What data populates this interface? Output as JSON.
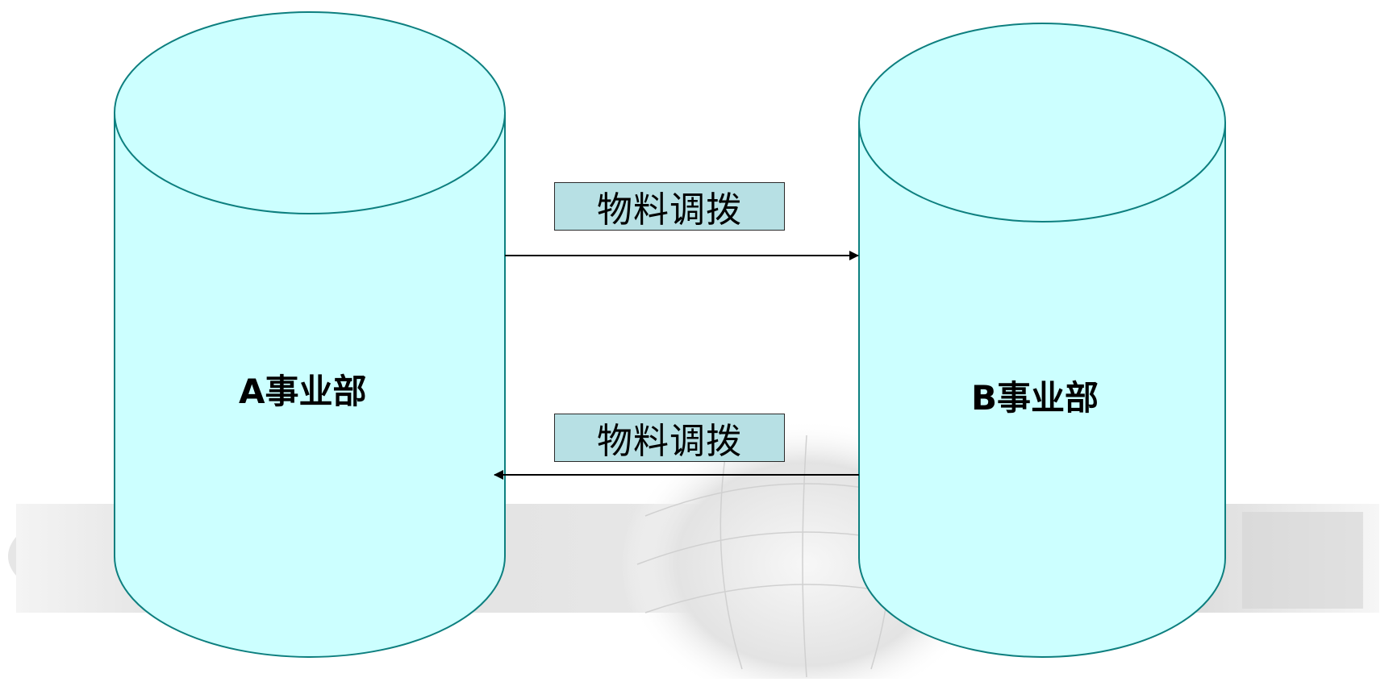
{
  "diagram": {
    "nodes": [
      {
        "id": "A",
        "label": "A事业部"
      },
      {
        "id": "B",
        "label": "B事业部"
      }
    ],
    "edges": [
      {
        "from": "A",
        "to": "B",
        "label": "物料调拨"
      },
      {
        "from": "B",
        "to": "A",
        "label": "物料调拨"
      }
    ]
  },
  "colors": {
    "cylinder_fill": "#ccffff",
    "cylinder_stroke": "#0d7f7f",
    "label_box_fill": "#b7e0e4",
    "arrow": "#000000",
    "background_band": "#e2e2e2"
  }
}
